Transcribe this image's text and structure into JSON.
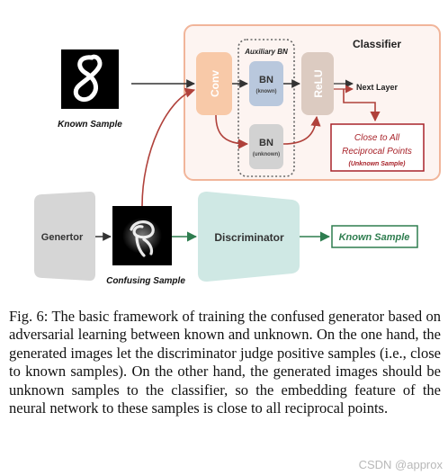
{
  "diagram": {
    "known_sample_label": "Known Sample",
    "classifier_title": "Classifier",
    "auxiliary_bn_label": "Auxiliary BN",
    "conv_label": "Conv",
    "bn_known_label": "BN",
    "bn_known_sub": "(known)",
    "bn_unknown_label": "BN",
    "bn_unknown_sub": "(unknown)",
    "relu_label": "ReLU",
    "next_layer_label": "Next Layer",
    "reciprocal_line1": "Close to  All",
    "reciprocal_line2": "Reciprocal Points",
    "reciprocal_line3": "(Unknown Sample)",
    "generator_label": "Genertor",
    "confusing_sample_label": "Confusing Sample",
    "discriminator_label": "Discriminator",
    "discriminator_output_label": "Known Sample",
    "colors": {
      "classifier_border": "#f1b59a",
      "classifier_fill": "#fdf4f1",
      "conv_fill": "#f8c9a8",
      "bn_known_fill": "#b9c8dd",
      "bn_unknown_fill": "#d2d2d2",
      "relu_fill": "#dccbc1",
      "generator_fill": "#d6d6d6",
      "discriminator_fill": "#cfe8e4",
      "red_arrow": "#b0413b",
      "green_arrow": "#2e7d4f",
      "dark_arrow": "#333333",
      "reciprocal_text": "#a8232a"
    }
  },
  "caption": "Fig. 6: The basic framework of training the confused generator based on adversarial learning between known and unknown. On the one hand, the generated images let the discriminator judge positive samples (i.e., close to known samples). On the other hand, the generated images should be unknown samples to the classifier, so the embedding feature of the neural network to these samples is close to all reciprocal points.",
  "watermark": "CSDN @approx"
}
